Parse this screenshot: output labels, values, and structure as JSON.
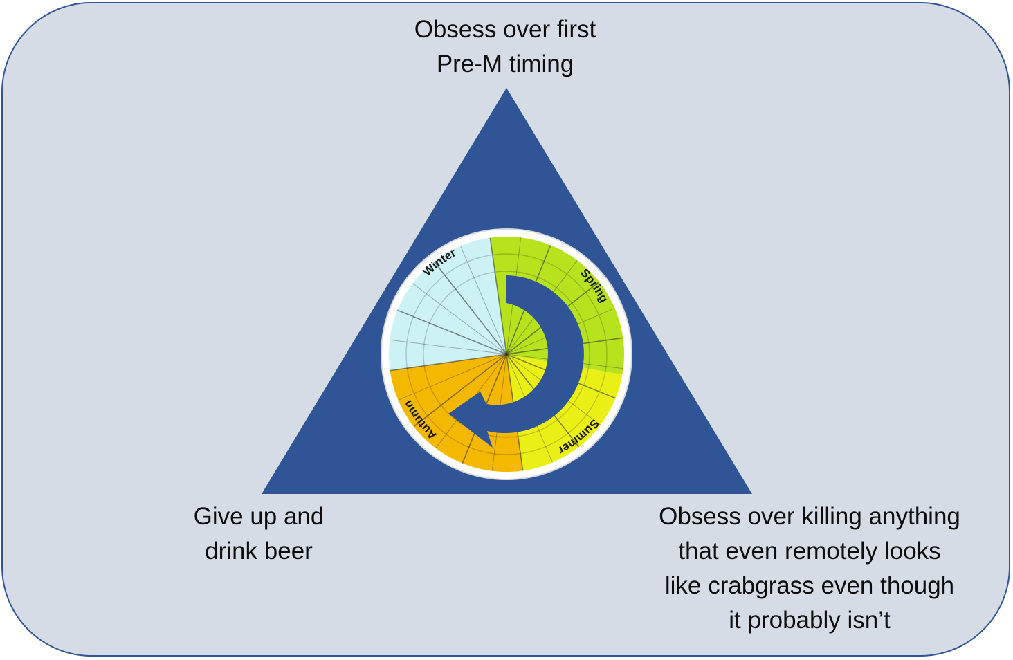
{
  "vertices": {
    "top": [
      "Obsess over first",
      "Pre-M timing"
    ],
    "left": [
      "Give up and",
      "drink beer"
    ],
    "right": [
      "Obsess over killing anything",
      "that even remotely looks",
      "like crabgrass even though",
      "it probably isn’t"
    ]
  },
  "wheel": {
    "seasons": [
      {
        "name": "Winter",
        "color": "#ccf2f6"
      },
      {
        "name": "Spring",
        "color": "#b6e31e"
      },
      {
        "name": "Summer",
        "color": "#eaf016"
      },
      {
        "name": "Autumn",
        "color": "#f5b800"
      }
    ]
  },
  "colors": {
    "triangle": "#2f5597",
    "background": "#d6dce5",
    "arrow": "#2f5597"
  }
}
